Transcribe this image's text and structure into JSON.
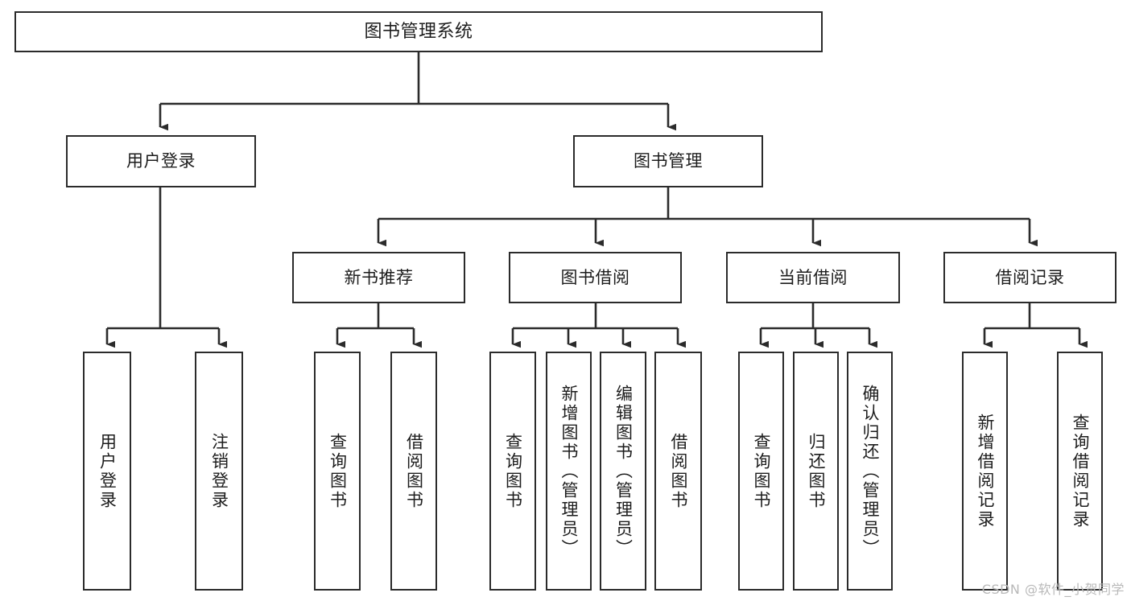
{
  "diagram": {
    "title": "图书管理系统",
    "type": "tree",
    "orientation": "top-down",
    "colors": {
      "box_border": "#2b2b2b",
      "box_fill": "#ffffff",
      "edge": "#2b2b2b",
      "text": "#1d1d1d",
      "watermark": "#b9b9b9",
      "background": "#ffffff"
    },
    "watermark": "CSDN @软件_小贺同学",
    "nodes": {
      "root": {
        "label": "图书管理系统"
      },
      "level2": [
        {
          "id": "user-login",
          "label": "用户登录"
        },
        {
          "id": "book-manage",
          "label": "图书管理"
        }
      ],
      "level3": [
        {
          "id": "new-book-recommend",
          "label": "新书推荐"
        },
        {
          "id": "book-borrow",
          "label": "图书借阅"
        },
        {
          "id": "current-borrow",
          "label": "当前借阅"
        },
        {
          "id": "borrow-record",
          "label": "借阅记录"
        }
      ],
      "leaves": [
        {
          "id": "leaf-user-login",
          "label": "用户登录"
        },
        {
          "id": "leaf-user-logout",
          "label": "注销登录"
        },
        {
          "id": "leaf-query-book-1",
          "label": "查询图书"
        },
        {
          "id": "leaf-borrow-book-1",
          "label": "借阅图书"
        },
        {
          "id": "leaf-query-book-2",
          "label": "查询图书"
        },
        {
          "id": "leaf-add-book-admin",
          "label": "新增图书（管理员）"
        },
        {
          "id": "leaf-edit-book-admin",
          "label": "编辑图书（管理员）"
        },
        {
          "id": "leaf-borrow-book-2",
          "label": "借阅图书"
        },
        {
          "id": "leaf-query-book-3",
          "label": "查询图书"
        },
        {
          "id": "leaf-return-book",
          "label": "归还图书"
        },
        {
          "id": "leaf-confirm-return-admin",
          "label": "确认归还（管理员）"
        },
        {
          "id": "leaf-add-borrow-record",
          "label": "新增借阅记录"
        },
        {
          "id": "leaf-query-borrow-record",
          "label": "查询借阅记录"
        }
      ]
    }
  }
}
